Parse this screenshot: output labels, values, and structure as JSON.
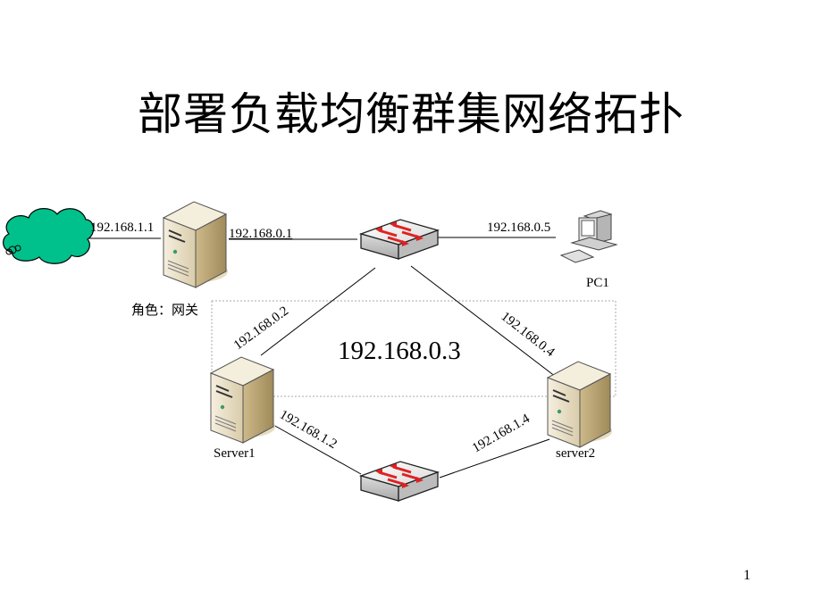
{
  "title": "部署负载均衡群集网络拓扑",
  "page_number": "1",
  "nodes": {
    "internet": {
      "icon": "cloud-icon",
      "color": "#00c08b"
    },
    "gateway": {
      "icon": "server-icon",
      "role_label": "角色：网关"
    },
    "switch_top": {
      "icon": "switch-icon"
    },
    "pc1": {
      "icon": "desktop-pc-icon",
      "label": "PC1"
    },
    "server1": {
      "icon": "server-icon",
      "label": "Server1"
    },
    "server2": {
      "icon": "server-icon",
      "label": "server2"
    },
    "switch_bottom": {
      "icon": "switch-icon"
    }
  },
  "links": {
    "internet_gateway": "192.168.1.1",
    "gateway_switch": "192.168.0.1",
    "switch_pc1": "192.168.0.5",
    "switch_server1": "192.168.0.2",
    "switch_server2": "192.168.0.4",
    "server1_switch2": "192.168.1.2",
    "server2_switch2": "192.168.1.4"
  },
  "cluster": {
    "vip_label": "192.168.0.3"
  },
  "colors": {
    "switch_arrow": "#e02020",
    "server_body": "#e8dcc0",
    "cloud": "#00c08b"
  }
}
